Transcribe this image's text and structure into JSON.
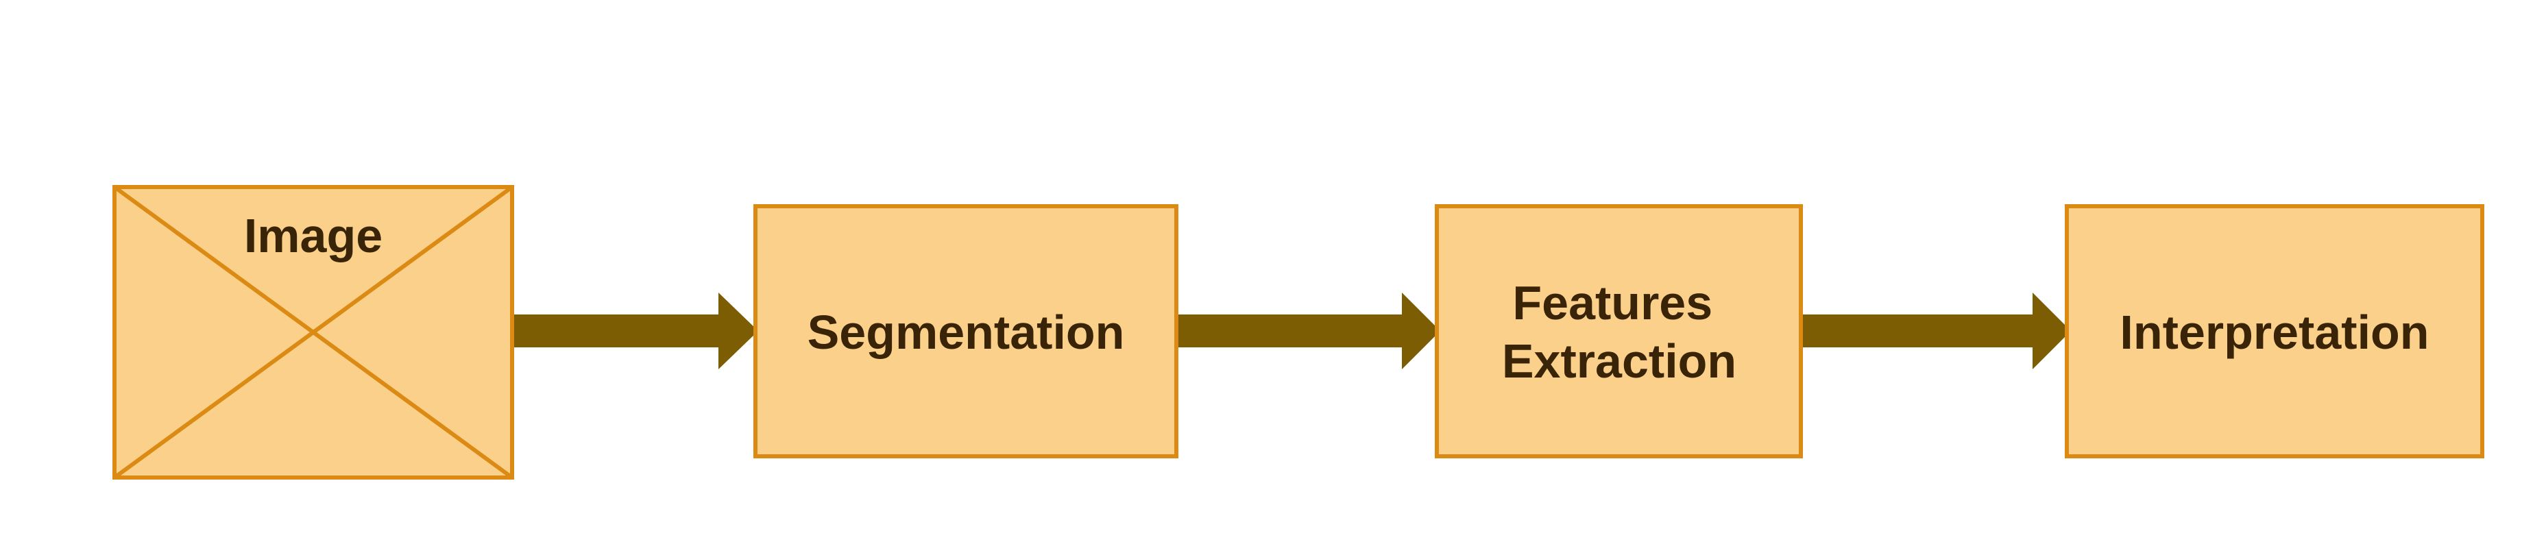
{
  "diagram": {
    "colors": {
      "box_fill": "#fad08a",
      "box_stroke": "#db8a13",
      "arrow": "#7d5d03",
      "text": "#3a2408"
    },
    "nodes": [
      {
        "id": "image",
        "label": "Image",
        "shape": "placeholder-box"
      },
      {
        "id": "segmentation",
        "label": "Segmentation",
        "shape": "box"
      },
      {
        "id": "features",
        "label_lines": [
          "Features",
          "Extraction"
        ],
        "shape": "box"
      },
      {
        "id": "interpretation",
        "label": "Interpretation",
        "shape": "box"
      }
    ],
    "edges": [
      {
        "from": "image",
        "to": "segmentation"
      },
      {
        "from": "segmentation",
        "to": "features"
      },
      {
        "from": "features",
        "to": "interpretation"
      }
    ]
  }
}
